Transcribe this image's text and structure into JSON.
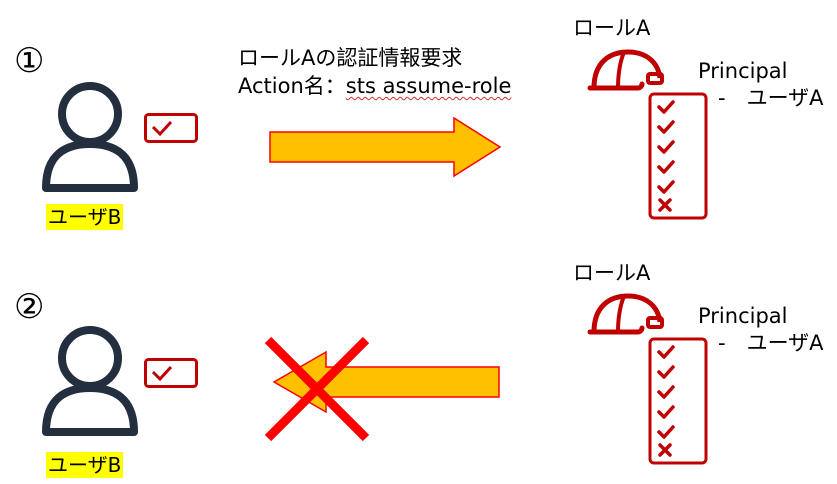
{
  "scenario1": {
    "number": "①",
    "request_line1": "ロールAの認証情報要求",
    "request_prefix": "Action名：",
    "request_action": "sts assume-role",
    "user_label": "ユーザB",
    "role_title": "ロールA",
    "principal_title": "Principal",
    "principal_entry": "-　ユーザA"
  },
  "scenario2": {
    "number": "②",
    "user_label": "ユーザB",
    "role_title": "ロールA",
    "principal_title": "Principal",
    "principal_entry": "-　ユーザA"
  },
  "colors": {
    "arrow_fill": "#ffc000",
    "arrow_stroke": "#ff0000",
    "icon_red": "#c00000",
    "user_dark": "#232f3e",
    "highlight": "#ffff00",
    "cross_red": "#ff0000"
  },
  "icons": [
    "user-icon",
    "badge-check-icon",
    "hard-hat-icon",
    "checklist-icon",
    "right-arrow",
    "left-arrow",
    "denied-cross-icon"
  ]
}
